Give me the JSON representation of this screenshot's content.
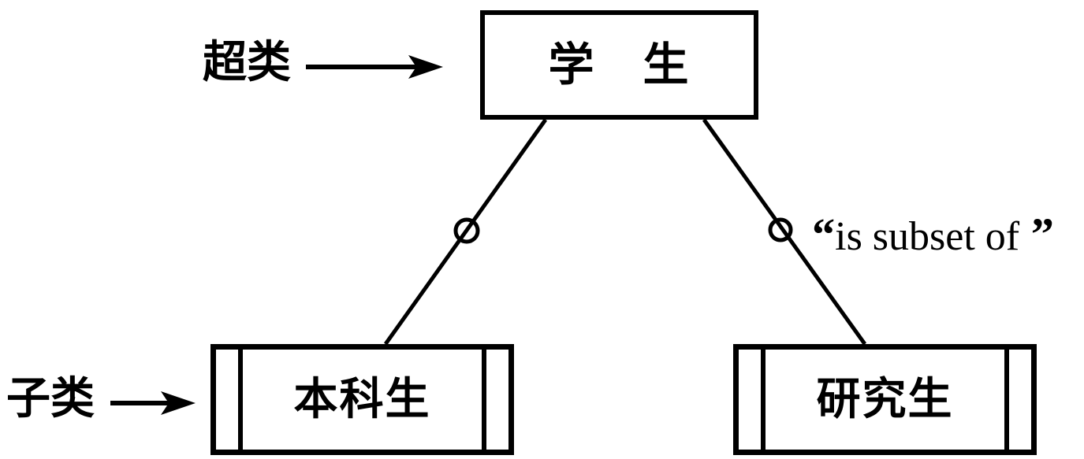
{
  "diagram": {
    "title_semantics": "class hierarchy semantic network",
    "colors": {
      "ink": "#000000",
      "background": "#ffffff"
    },
    "annotations": {
      "superclass": "超类",
      "subclass": "子类"
    },
    "nodes": {
      "student": {
        "label": "学　生"
      },
      "undergraduate": {
        "label": "本科生"
      },
      "graduate": {
        "label": "研究生"
      }
    },
    "edge_label": {
      "open_quote": "“",
      "text": "is subset of",
      "close_quote": "”"
    }
  }
}
